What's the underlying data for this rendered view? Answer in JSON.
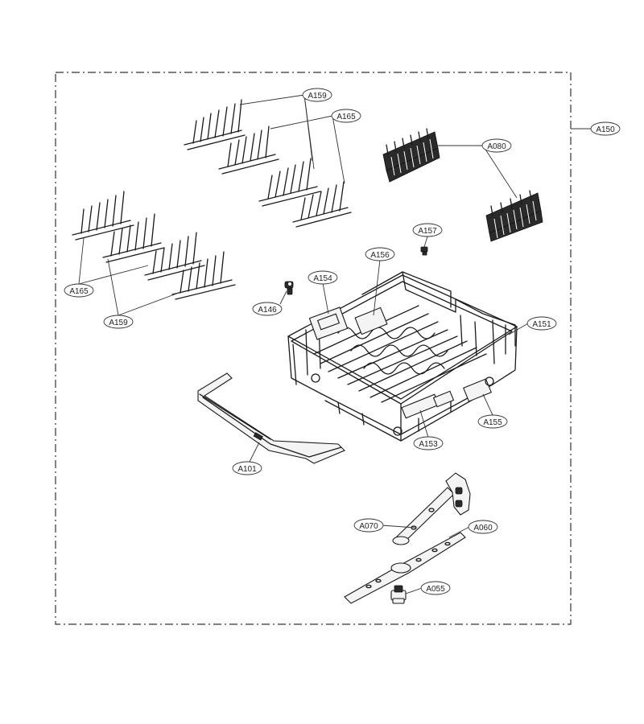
{
  "callouts": {
    "a150": "A150",
    "a159_top": "A159",
    "a165_top": "A165",
    "a080": "A080",
    "a165_left": "A165",
    "a159_left": "A159",
    "a157": "A157",
    "a156": "A156",
    "a154": "A154",
    "a146": "A146",
    "a151": "A151",
    "a155": "A155",
    "a153": "A153",
    "a101": "A101",
    "a070": "A070",
    "a060": "A060",
    "a055": "A055"
  }
}
